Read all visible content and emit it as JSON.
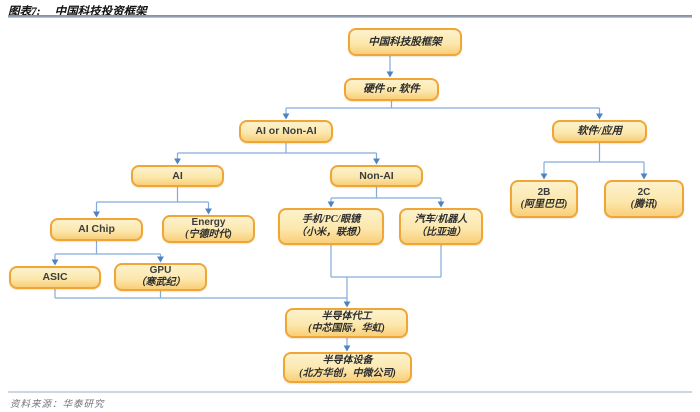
{
  "figure": {
    "title_prefix": "图表7:",
    "title": "中国科技投资框架",
    "source_label": "资料来源：",
    "source": "华泰研究"
  },
  "palette": {
    "node_border": "#F0A637",
    "node_fill_top": "#FDF2CC",
    "node_fill_bottom": "#F9CF7A",
    "connector_line": "#84ACDB",
    "arrowhead": "#4C84C4",
    "rule_dark": "#8493a6",
    "rule_light": "#cdd7e2"
  },
  "diagram": {
    "nodes": [
      {
        "id": "root",
        "lines": [
          "中国科技股框架"
        ]
      },
      {
        "id": "hw-sw",
        "lines": [
          "硬件 or 软件"
        ]
      },
      {
        "id": "ai-or-nonai",
        "lines": [
          "AI or Non-AI"
        ]
      },
      {
        "id": "sw-app",
        "lines": [
          "软件/应用"
        ]
      },
      {
        "id": "ai",
        "lines": [
          "AI"
        ]
      },
      {
        "id": "nonai",
        "lines": [
          "Non-AI"
        ]
      },
      {
        "id": "ai-chip",
        "lines": [
          "AI Chip"
        ]
      },
      {
        "id": "energy",
        "lines": [
          "Energy",
          "(宁德时代)"
        ]
      },
      {
        "id": "asic",
        "lines": [
          "ASIC"
        ]
      },
      {
        "id": "gpu",
        "lines": [
          "GPU",
          "（寒武纪）"
        ]
      },
      {
        "id": "phone",
        "lines": [
          "手机/PC/眼镜",
          "（小米，联想）"
        ]
      },
      {
        "id": "auto",
        "lines": [
          "汽车/机器人",
          "（比亚迪）"
        ]
      },
      {
        "id": "b2b",
        "lines": [
          "2B",
          "(阿里巴巴)"
        ]
      },
      {
        "id": "b2c",
        "lines": [
          "2C",
          "(腾讯)"
        ]
      },
      {
        "id": "foundry",
        "lines": [
          "半导体代工",
          "(中芯国际，华虹)"
        ]
      },
      {
        "id": "equip",
        "lines": [
          "半导体设备",
          "(北方华创，中微公司)"
        ]
      }
    ],
    "edges": [
      {
        "from": "root",
        "to": "hw-sw"
      },
      {
        "from": "hw-sw",
        "to": "ai-or-nonai"
      },
      {
        "from": "hw-sw",
        "to": "sw-app"
      },
      {
        "from": "ai-or-nonai",
        "to": "ai"
      },
      {
        "from": "ai-or-nonai",
        "to": "nonai"
      },
      {
        "from": "ai",
        "to": "ai-chip"
      },
      {
        "from": "ai",
        "to": "energy"
      },
      {
        "from": "ai-chip",
        "to": "asic"
      },
      {
        "from": "ai-chip",
        "to": "gpu"
      },
      {
        "from": "nonai",
        "to": "phone"
      },
      {
        "from": "nonai",
        "to": "auto"
      },
      {
        "from": "sw-app",
        "to": "b2b"
      },
      {
        "from": "sw-app",
        "to": "b2c"
      },
      {
        "from": "phone",
        "to": "foundry"
      },
      {
        "from": "auto",
        "to": "foundry"
      },
      {
        "from": "asic",
        "to": "foundry"
      },
      {
        "from": "gpu",
        "to": "foundry"
      },
      {
        "from": "foundry",
        "to": "equip"
      }
    ]
  }
}
